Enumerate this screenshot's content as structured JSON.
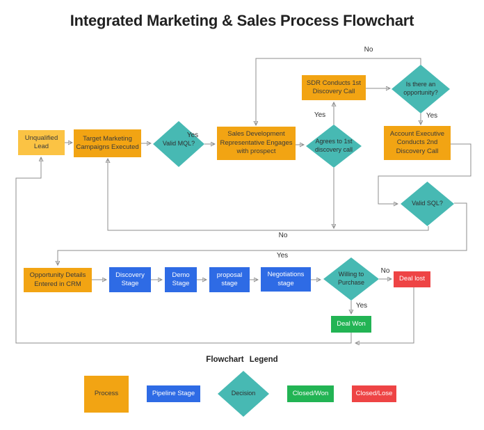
{
  "title": "Integrated Marketing & Sales Process Flowchart",
  "nodes": {
    "unqualified_lead": {
      "label": "Unqualified Lead",
      "type": "process"
    },
    "target_marketing": {
      "label": "Target Marketing Campaigns Executed",
      "type": "process"
    },
    "valid_mql": {
      "label": "Valid MQL?",
      "type": "decision"
    },
    "sdr_engages": {
      "label": "Sales Development Representative Engages with prospect",
      "type": "process"
    },
    "agrees_discovery": {
      "label": "Agrees to 1st discovery call",
      "type": "decision"
    },
    "sdr_conducts": {
      "label": "SDR Conducts 1st Discovery Call",
      "type": "process"
    },
    "opportunity": {
      "label": "Is there an opportunity?",
      "type": "decision"
    },
    "account_executive": {
      "label": "Account Executive Conducts 2nd Discovery Call",
      "type": "process"
    },
    "valid_sql": {
      "label": "Valid SQL?",
      "type": "decision"
    },
    "opportunity_details": {
      "label": "Opportunity Details Entered in CRM",
      "type": "process"
    },
    "discovery_stage": {
      "label": "Discovery Stage",
      "type": "pipeline-stage"
    },
    "demo_stage": {
      "label": "Demo Stage",
      "type": "pipeline-stage"
    },
    "proposal_stage": {
      "label": "proposal stage",
      "type": "pipeline-stage"
    },
    "negotiations_stage": {
      "label": "Negotiations stage",
      "type": "pipeline-stage"
    },
    "willing_purchase": {
      "label": "Willing to Purchase",
      "type": "decision"
    },
    "deal_lost": {
      "label": "Deal lost",
      "type": "closed-lose"
    },
    "deal_won": {
      "label": "Deal Won",
      "type": "closed-won"
    }
  },
  "edge_labels": {
    "opportunity_no": "No",
    "agrees_yes": "Yes",
    "opportunity_yes": "Yes",
    "mql_yes": "Yes",
    "sql_no": "No",
    "sql_yes": "Yes",
    "willing_no": "No",
    "willing_yes": "Yes"
  },
  "legend": {
    "title": "Flowchart Legend",
    "items": [
      {
        "label": "Process",
        "color": "#F2A413"
      },
      {
        "label": "Pipeline Stage",
        "color": "#2E6BE5"
      },
      {
        "label": "Decision",
        "color": "#47B9B3"
      },
      {
        "label": "Closed/Won",
        "color": "#22B454"
      },
      {
        "label": "Closed/Lose",
        "color": "#EE4445"
      }
    ]
  },
  "colors": {
    "process_orange": "#F2A413",
    "lead_light_orange": "#FBC344",
    "pipeline_blue": "#2E6BE5",
    "decision_teal": "#47B9B3",
    "closed_won_green": "#22B454",
    "closed_lose_red": "#EE4445",
    "connector_gray": "#8C8C8C",
    "title_text": "#212121"
  }
}
